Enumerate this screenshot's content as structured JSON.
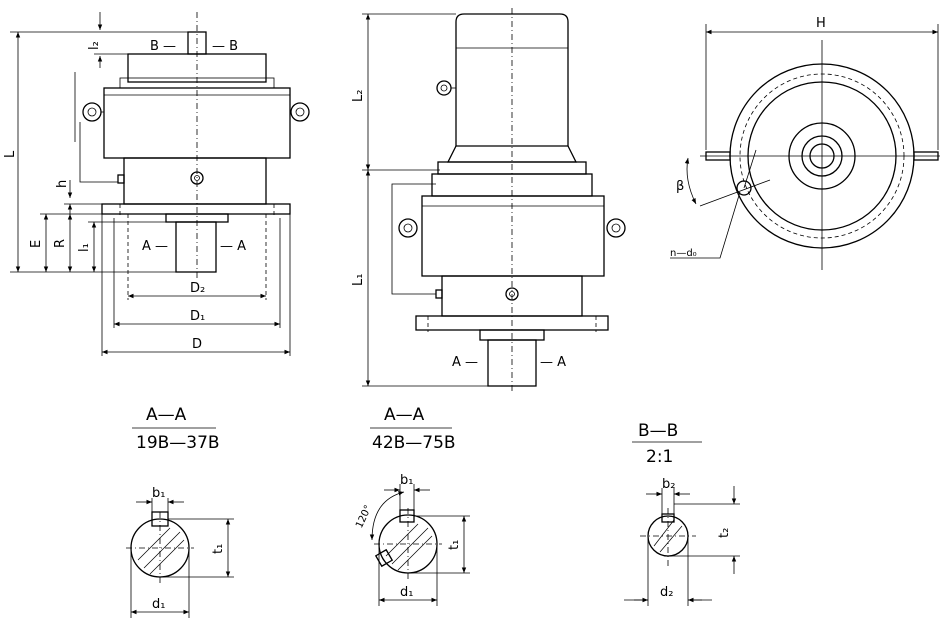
{
  "dims": {
    "L": "L",
    "E": "E",
    "R": "R",
    "h": "h",
    "l1": "l₁",
    "l2": "l₂",
    "D": "D",
    "D1": "D₁",
    "D2": "D₂",
    "L1": "L₁",
    "L2": "L₂",
    "H": "H",
    "beta": "β",
    "n_d0": "n—d₀",
    "b1": "b₁",
    "t1": "t₁",
    "d1": "d₁",
    "b2": "b₂",
    "t2": "t₂",
    "d2": "d₂",
    "angle": "120°"
  },
  "cuts": {
    "AA_left_a": "A —",
    "AA_left_b": "— A",
    "BB_a": "B —",
    "BB_b": "— B",
    "AA_mid_a": "A —",
    "AA_mid_b": "— A"
  },
  "sections": [
    {
      "title": "A—A",
      "subtitle": "19B—37B"
    },
    {
      "title": "A—A",
      "subtitle": "42B—75B"
    },
    {
      "title": "B—B",
      "subtitle": "2:1"
    }
  ]
}
